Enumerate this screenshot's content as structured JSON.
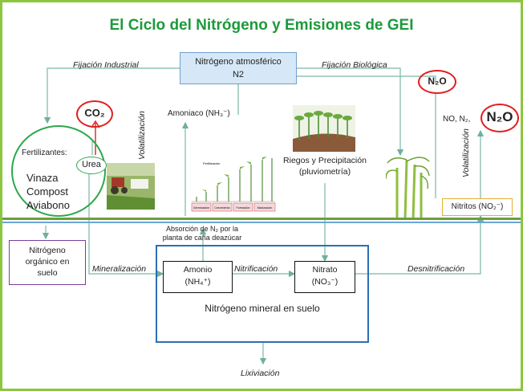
{
  "title": "El Ciclo del Nitrógeno y Emisiones de GEI",
  "atmosphere": {
    "line1": "Nitrógeno atmosférico",
    "line2": "N2"
  },
  "processes": {
    "fijacion_industrial": "Fijación  Industrial",
    "fijacion_biologica": "Fijación  Biológica",
    "volatilizacion_left": "Volatilización",
    "volatilizacion_right": "Volatilización",
    "mineralizacion": "Mineralización",
    "nitrificacion": "Nitrificación",
    "desnitrificacion": "Desnitrificación",
    "lixiviacion": "Lixiviación"
  },
  "gases": {
    "co2": "CO₂",
    "n2o_top": "N₂O",
    "no_n2_prefix": "NO, N₂,",
    "n2o_right": "N₂O",
    "amoniaco": "Amoniaco (NH₃⁻)"
  },
  "fertilizers": {
    "label": "Fertilizantes:",
    "urea": "Urea",
    "vinaza": "Vinaza",
    "compost": "Compost",
    "aviabono": "Aviabono"
  },
  "riegos": {
    "line1": "Riegos y Precipitación",
    "line2": "(pluviometría)"
  },
  "nitritos": "Nitritos (NO₂⁻)",
  "absorcion": {
    "line1": "Absorción de N₂ por la",
    "line2": "planta de caña deazúcar"
  },
  "organic": {
    "line1": "Nitrógeno",
    "line2": "orgánico en",
    "line3": "suelo"
  },
  "amonio": {
    "line1": "Amonio",
    "line2": "(NH₄⁺)"
  },
  "nitrato": {
    "line1": "Nitrato",
    "line2": "(NO₃⁻)"
  },
  "mineral": "Nitrógeno mineral en suelo",
  "growth_chart": {
    "header": "Fertilización",
    "stages": [
      "Germinación",
      "Crecimiento",
      "Formación",
      "Maduración"
    ]
  },
  "colors": {
    "title": "#1c9a3a",
    "arrow": "#7ab8a8",
    "red": "#e02020",
    "green": "#2ba84a",
    "blue": "#2c6fb3",
    "purple": "#7a3e9d",
    "gold": "#e5b031"
  }
}
